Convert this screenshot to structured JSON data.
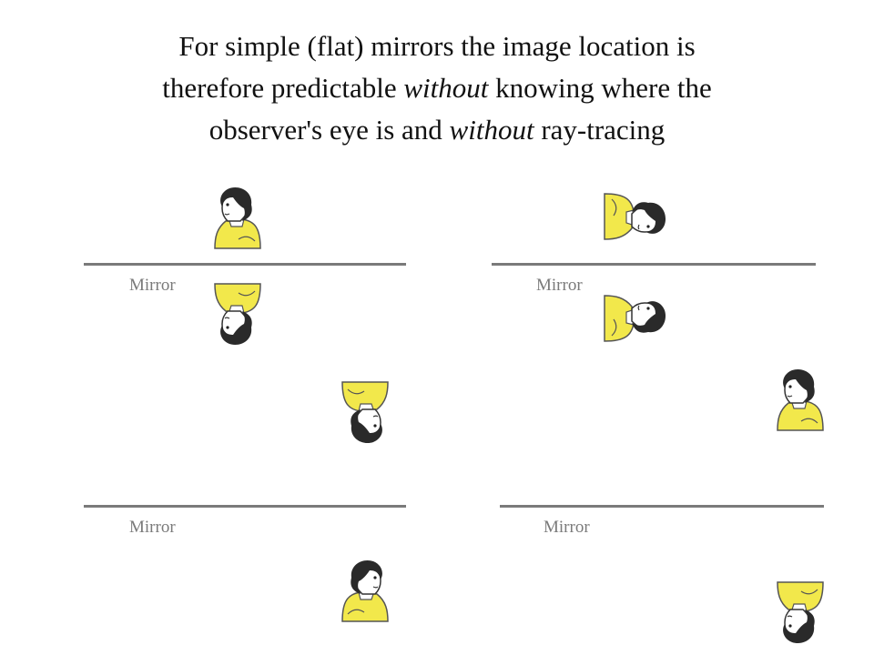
{
  "title": {
    "line1": "For simple (flat) mirrors the image location is",
    "line2_a": "therefore predictable ",
    "line2_em": "without",
    "line2_b": " knowing where the",
    "line3_a": "observer's eye is and ",
    "line3_em": "without",
    "line3_b": " ray-tracing"
  },
  "mirrors": {
    "top_left_label": "Mirror",
    "top_right_label": "Mirror",
    "bottom_left_label": "Mirror",
    "bottom_right_label": "Mirror"
  },
  "colors": {
    "mirror": "#7a7a7a",
    "shirt": "#f2e84b",
    "hair": "#2a2a2a",
    "skin": "#ffffff"
  },
  "icons": {
    "figure": "person-icon"
  }
}
